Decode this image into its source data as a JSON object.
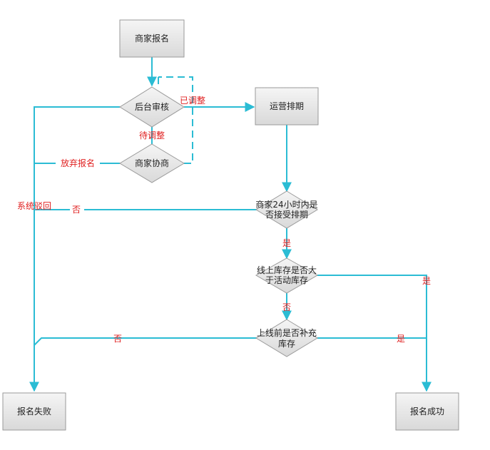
{
  "colors": {
    "connector": "#2bbcd4",
    "label_red": "#e02020",
    "shape_fill_top": "#f4f4f4",
    "shape_fill_bottom": "#dcdcdc",
    "shape_stroke": "#9a9a9a"
  },
  "nodes": {
    "merchant_signup": "商家报名",
    "backend_review": "后台审核",
    "merchant_negotiation": "商家协商",
    "ops_scheduling": "运营排期",
    "accept_schedule_24h": [
      "商家24小时内是",
      "否接受排期"
    ],
    "online_stock_check": [
      "线上库存是否大",
      "于活动库存"
    ],
    "restock_before_launch": [
      "上线前是否补充",
      "库存"
    ],
    "signup_failed": "报名失败",
    "signup_success": "报名成功"
  },
  "edge_labels": {
    "adjusted": "已调整",
    "pending_adjust": "待调整",
    "give_up_signup": "放弃报名",
    "system_reject": "系统驳回",
    "no_1": "否",
    "yes_1": "是",
    "yes_2": "是",
    "no_2": "否",
    "no_3": "否",
    "yes_3": "是"
  }
}
